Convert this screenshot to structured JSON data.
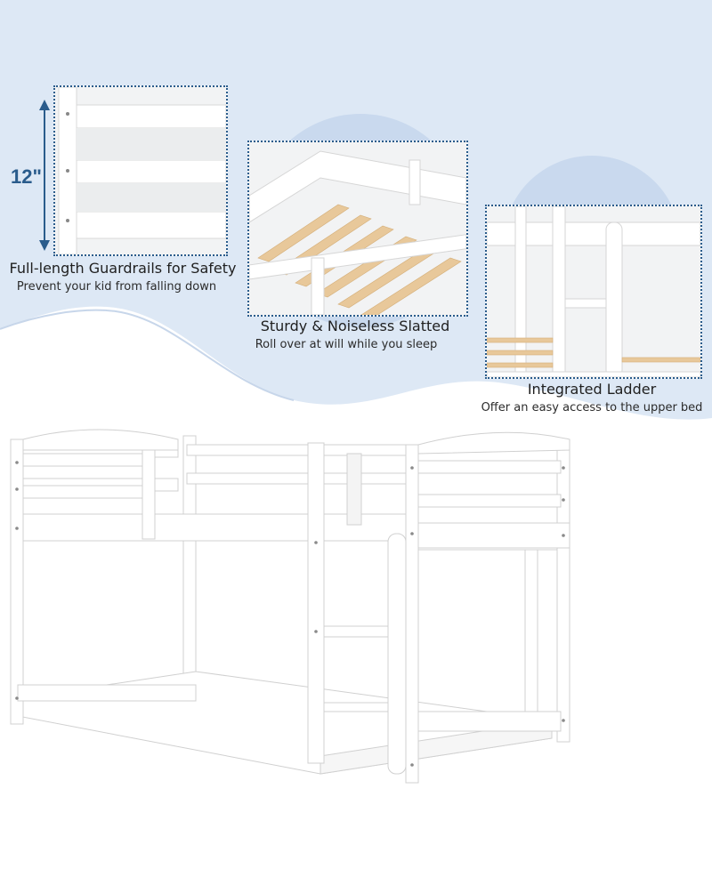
{
  "features": [
    {
      "title": "Full-length Guardrails for Safety",
      "subtitle": "Prevent your kid from falling down",
      "dimension": "12\"",
      "icon": "guardrail-detail"
    },
    {
      "title": "Sturdy & Noiseless Slatted",
      "subtitle": "Roll over at will while you sleep",
      "icon": "slats-detail"
    },
    {
      "title": "Integrated Ladder",
      "subtitle": "Offer an easy access to the upper bed",
      "icon": "ladder-detail"
    }
  ],
  "colors": {
    "accent": "#2a5c8c",
    "wave": "#dde8f5",
    "circle": "#c9d9ee",
    "wood": "#e8c89a",
    "frame": "#ffffff"
  }
}
